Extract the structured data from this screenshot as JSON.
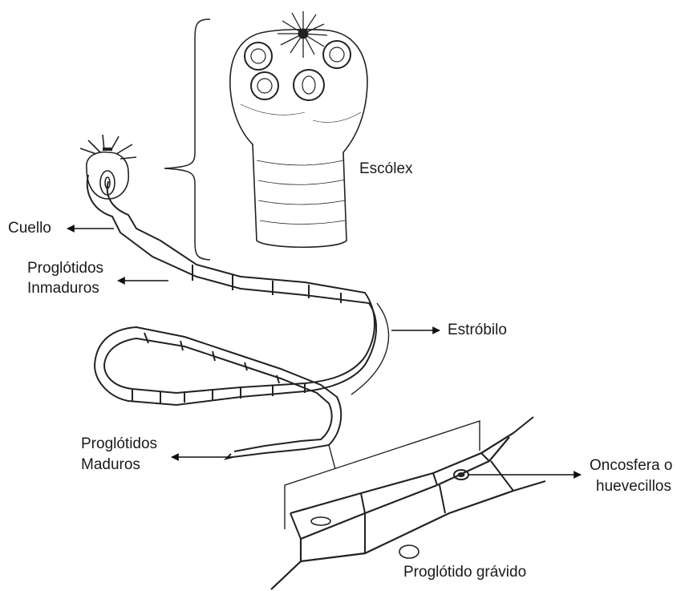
{
  "labels": {
    "escolex": "Escólex",
    "cuello": "Cuello",
    "proglotidos_inmaduros_1": "Proglótidos",
    "proglotidos_inmaduros_2": "Inmaduros",
    "estrobilo": "Estróbilo",
    "proglotidos_maduros_1": "Proglótidos",
    "proglotidos_maduros_2": "Maduros",
    "oncosfera_1": "Oncosfera o",
    "oncosfera_2": "huevecillos",
    "proglotido_gravido": "Proglótido grávido"
  }
}
